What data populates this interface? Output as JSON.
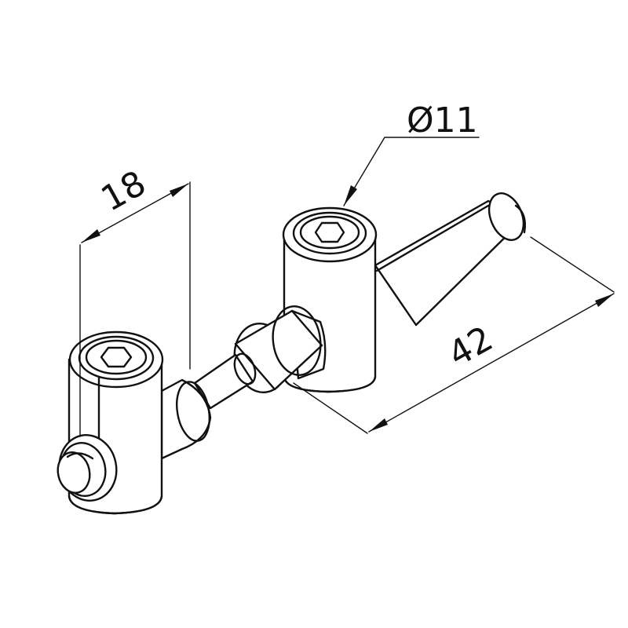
{
  "dimensions": {
    "width_label": "18",
    "diameter_label": "Ø11",
    "length_label": "42"
  },
  "colors": {
    "line": "#111111",
    "background": "#ffffff"
  }
}
